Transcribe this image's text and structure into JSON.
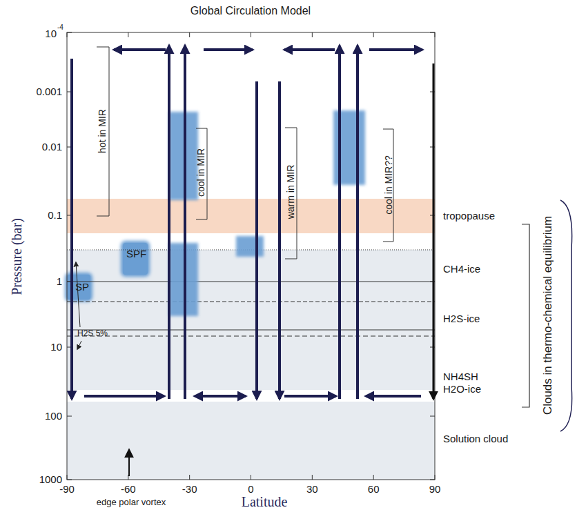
{
  "diagram": {
    "title": "Global Circulation Model",
    "nodes": [
      {
        "text": [
          "tropopause"
        ]
      },
      {
        "text": [
          "CH4-ice"
        ]
      },
      {
        "text": [
          "H2S-ice"
        ]
      },
      {
        "text": [
          "NH4SH",
          "H2O-ice"
        ]
      },
      {
        "text": [
          "Solution cloud"
        ]
      },
      {
        "text": [
          "SP"
        ]
      },
      {
        "text": [
          "SPF"
        ]
      }
    ],
    "labels": [
      "hot in MIR",
      "cool in MIR",
      "warm in MIR",
      "cool in MIR??",
      "H2S 5%",
      "10",
      "-4",
      "0.001",
      "0.01",
      "0.1",
      "1",
      "10",
      "100",
      "1000",
      "-90",
      "-60",
      "-30",
      "0",
      "30",
      "60",
      "90",
      "Pressure (bar)",
      "Latitude",
      "edge polar vortex",
      "Clouds in thermo-chemical equilibrium"
    ]
  }
}
